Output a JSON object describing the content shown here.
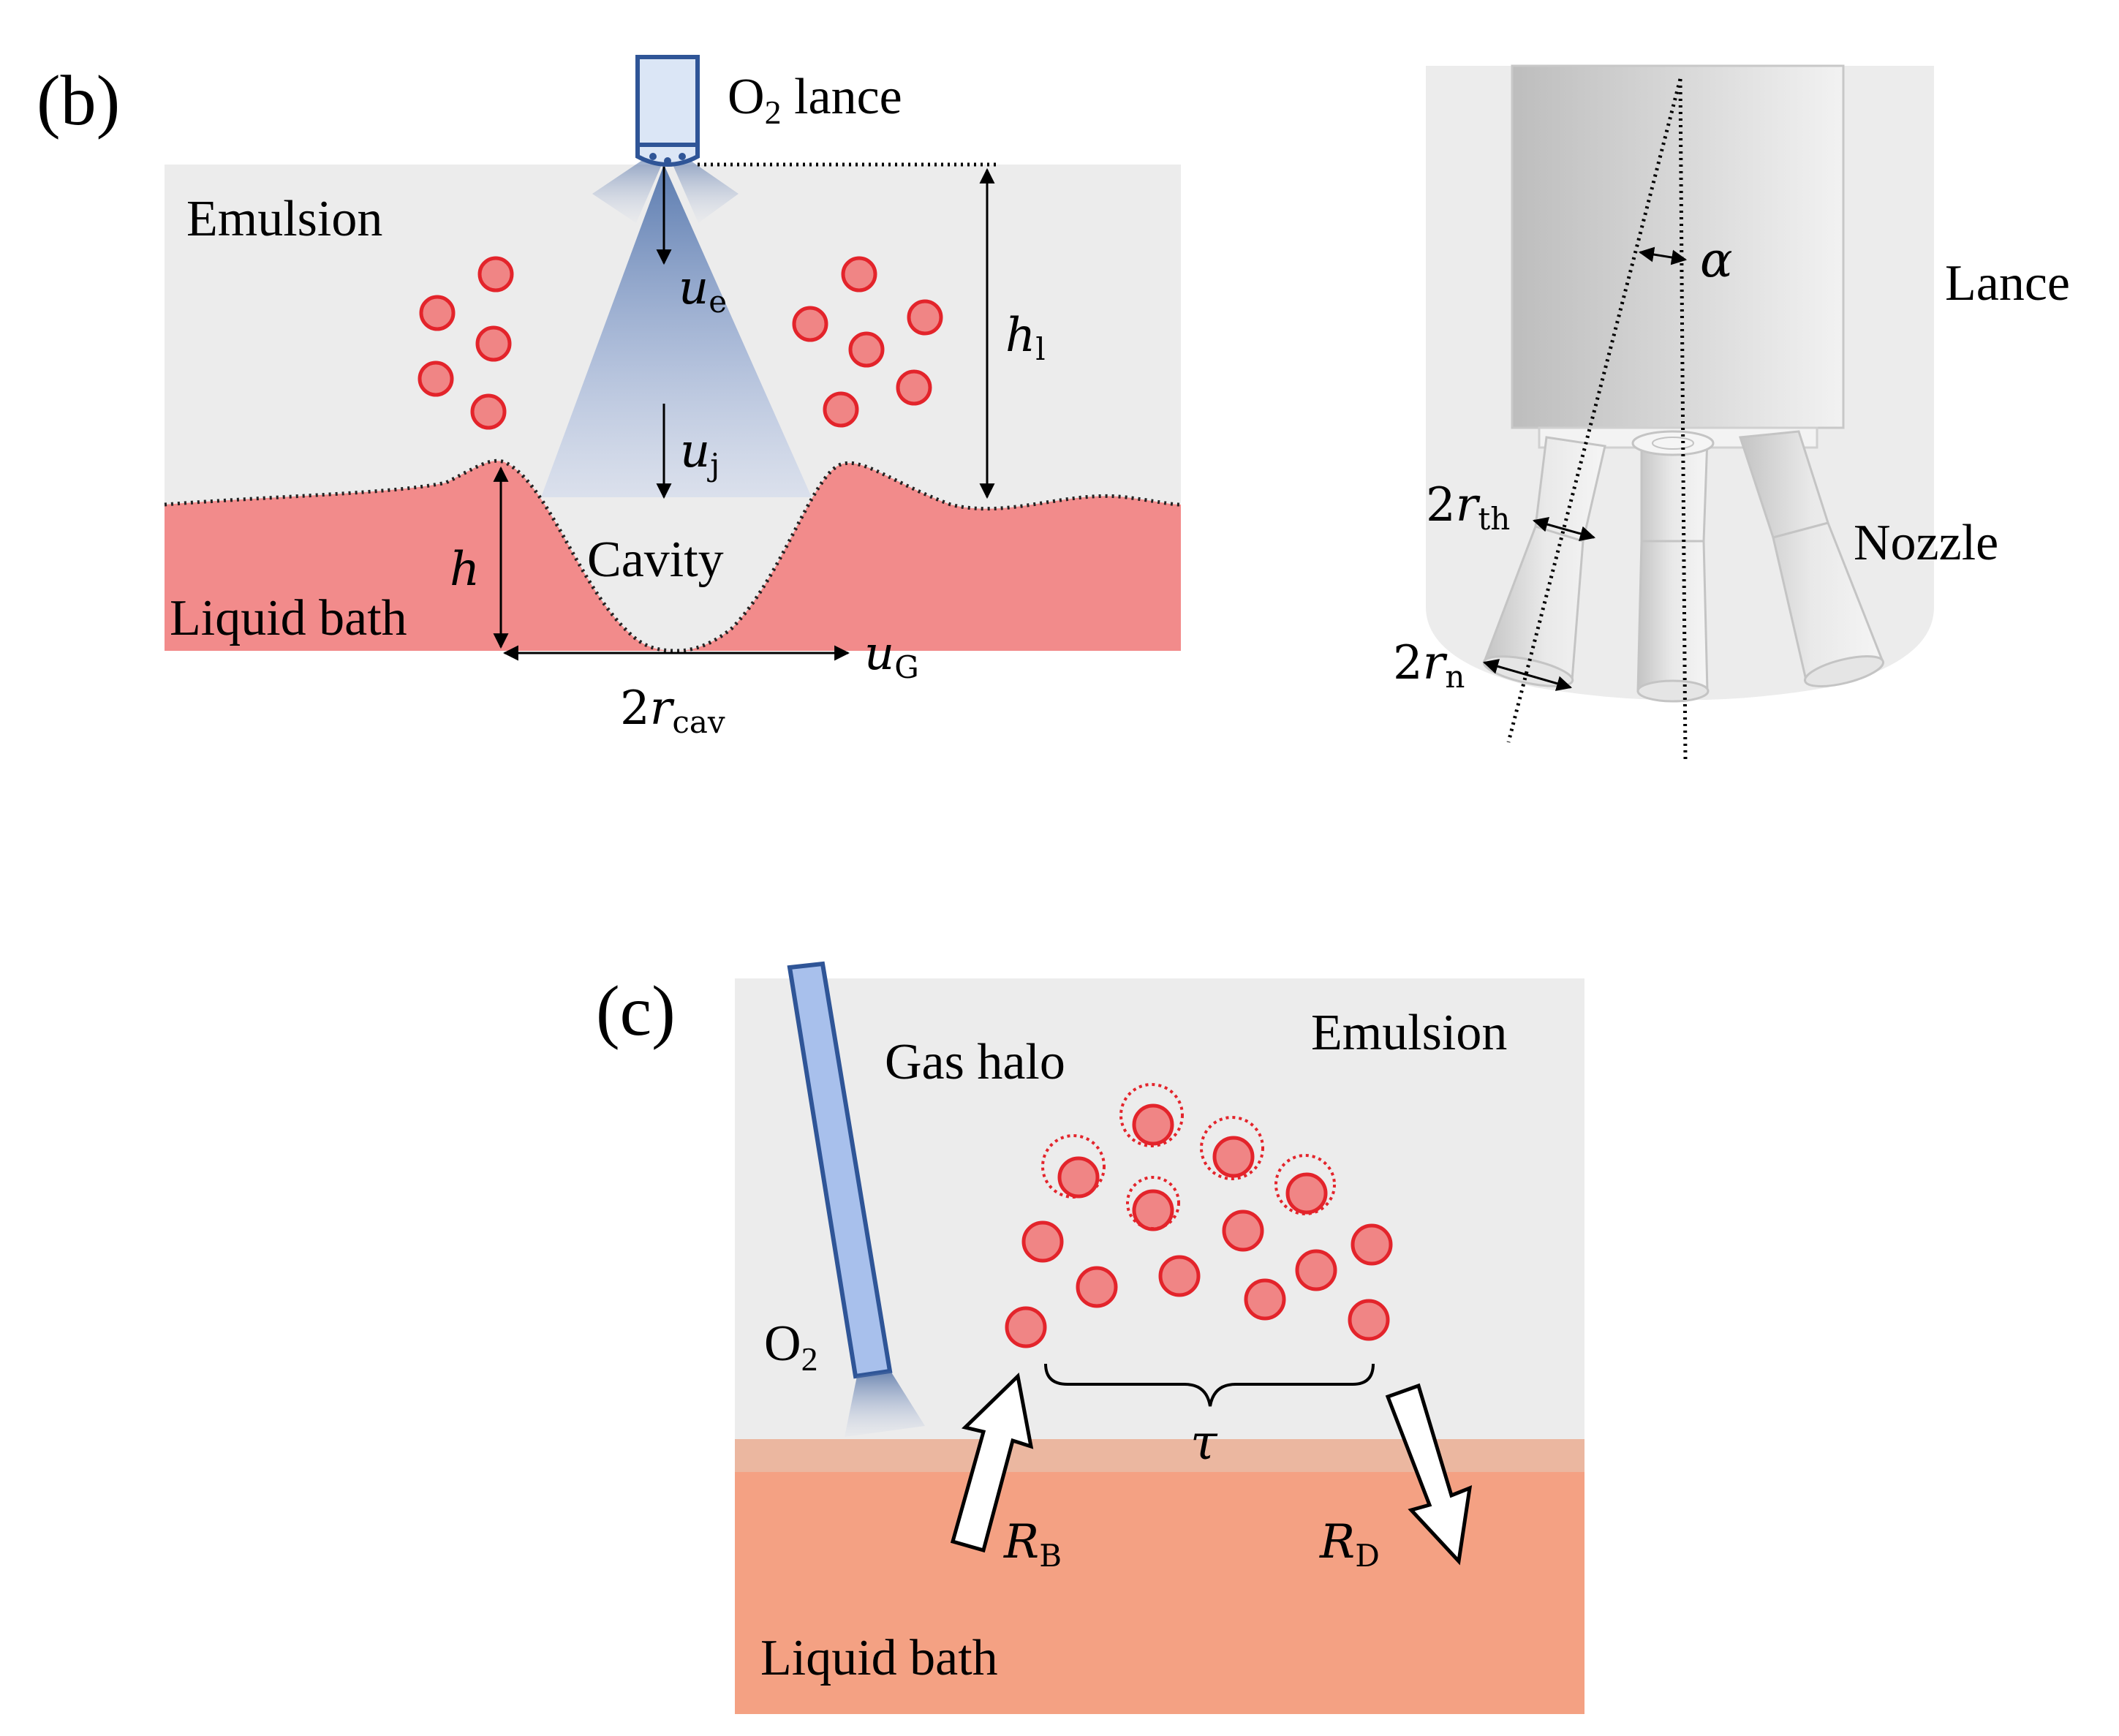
{
  "panel_b": {
    "label": "(b)",
    "lance_label_main": "O",
    "lance_label_sub": "2",
    "lance_label_rest": " lance",
    "emulsion_label": "Emulsion",
    "liquid_bath_label": "Liquid bath",
    "cavity_label": "Cavity",
    "u_e": {
      "sym": "u",
      "sub": "e"
    },
    "u_j": {
      "sym": "u",
      "sub": "j"
    },
    "u_G": {
      "sym": "u",
      "sub": "G"
    },
    "h_l": {
      "sym": "h",
      "sub": "l"
    },
    "h": {
      "sym": "h"
    },
    "r_cav": {
      "pre": "2",
      "sym": "r",
      "sub": "cav"
    }
  },
  "nozzle_detail": {
    "lance_label": "Lance",
    "nozzle_label": "Nozzle",
    "alpha": "α",
    "r_th": {
      "pre": "2",
      "sym": "r",
      "sub": "th"
    },
    "r_n": {
      "pre": "2",
      "sym": "r",
      "sub": "n"
    }
  },
  "panel_c": {
    "label": "(c)",
    "emulsion_label": "Emulsion",
    "gas_halo_label": "Gas halo",
    "liquid_bath_label": "Liquid bath",
    "o2_main": "O",
    "o2_sub": "2",
    "tau": "τ",
    "R_B": {
      "sym": "R",
      "sub": "B"
    },
    "R_D": {
      "sym": "R",
      "sub": "D"
    }
  },
  "colors": {
    "emulsion": "#ececec",
    "bath_b": "#f28b8b",
    "bath_c": "#f4a183",
    "interface_c": "#ebb7a0",
    "droplet_fill": "#f08585",
    "droplet_stroke": "#e3242b",
    "lance_fill": "#dbe6f6",
    "lance_stroke": "#2f5597",
    "jet": "#4a6ea8"
  }
}
